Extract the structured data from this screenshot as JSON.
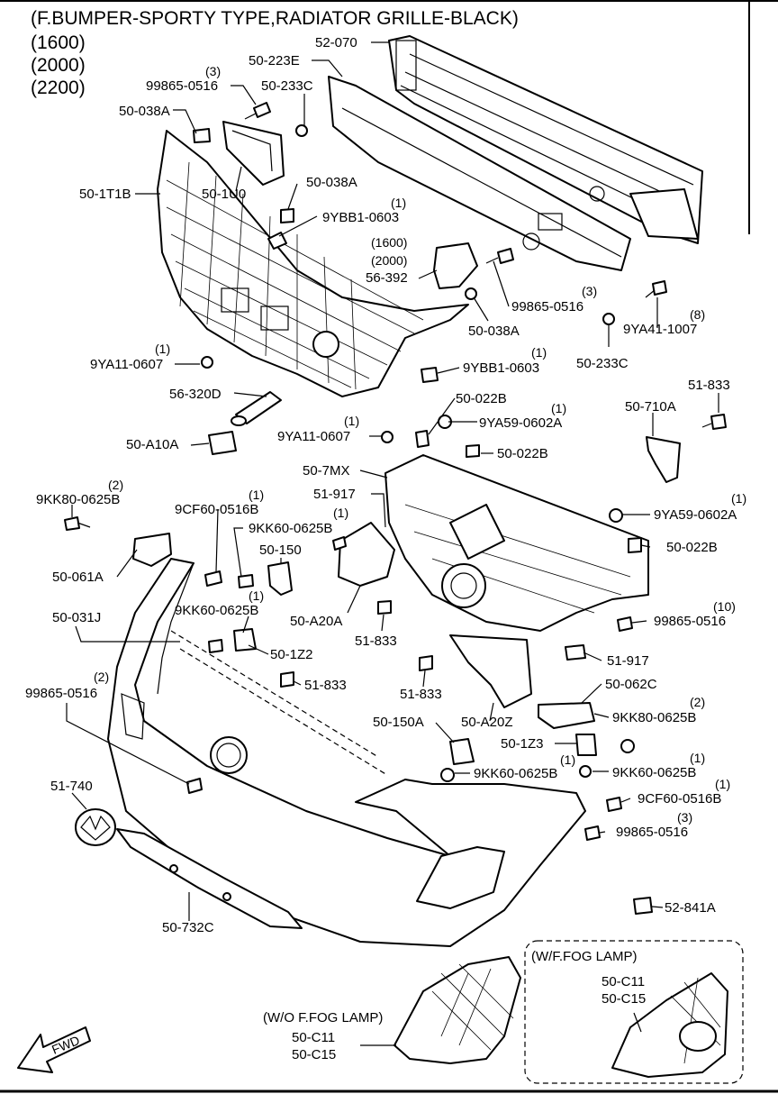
{
  "title": {
    "line1": "(F.BUMPER-SPORTY TYPE,RADIATOR GRILLE-BLACK)",
    "line2": "(1600)",
    "line3": "(2000)",
    "line4": "(2200)"
  },
  "labels": {
    "l_52_070": "52-070",
    "l_50_223E": "50-223E",
    "l_99865_3": "(3)",
    "l_99865_a": "99865-0516",
    "l_50_233C_a": "50-233C",
    "l_50_038A_a": "50-038A",
    "l_50_1U0": "50-1U0",
    "l_50_1T1B": "50-1T1B",
    "l_50_038A_b": "50-038A",
    "l_9YBB1_q1": "(1)",
    "l_9YBB1_a": "9YBB1-0603",
    "l_1600": "(1600)",
    "l_2000": "(2000)",
    "l_56_392": "56-392",
    "l_99865_q3b": "(3)",
    "l_99865_b": "99865-0516",
    "l_9YA41_q8": "(8)",
    "l_9YA41": "9YA41-1007",
    "l_50_038A_c": "50-038A",
    "l_50_233C_b": "50-233C",
    "l_9YA11_q1a": "(1)",
    "l_9YA11_a": "9YA11-0607",
    "l_9YBB1_q1b": "(1)",
    "l_9YBB1_b": "9YBB1-0603",
    "l_56_320D": "56-320D",
    "l_50_022B_a": "50-022B",
    "l_9YA59_q1a": "(1)",
    "l_9YA59_a": "9YA59-0602A",
    "l_9YA11_q1b": "(1)",
    "l_9YA11_b": "9YA11-0607",
    "l_50_A10A": "50-A10A",
    "l_50_710A": "50-710A",
    "l_51_833_a": "51-833",
    "l_50_022B_b": "50-022B",
    "l_50_7MX": "50-7MX",
    "l_51_917_a": "51-917",
    "l_9KK80_q2a": "(2)",
    "l_9KK80_a": "9KK80-0625B",
    "l_9CF60_q1a": "(1)",
    "l_9CF60_a": "9CF60-0516B",
    "l_9KK60_q1a": "(1)",
    "l_9KK60_a": "9KK60-0625B",
    "l_50_150": "50-150",
    "l_9YA59_q1b": "(1)",
    "l_9YA59_b": "9YA59-0602A",
    "l_50_022B_c": "50-022B",
    "l_50_061A": "50-061A",
    "l_9KK60_q1b": "(1)",
    "l_9KK60_b": "9KK60-0625B",
    "l_50_A20A": "50-A20A",
    "l_50_031J": "50-031J",
    "l_99865_q10": "(10)",
    "l_99865_c": "99865-0516",
    "l_51_833_b": "51-833",
    "l_50_1Z2": "50-1Z2",
    "l_51_917_b": "51-917",
    "l_99865_q2": "(2)",
    "l_99865_d": "99865-0516",
    "l_51_833_c": "51-833",
    "l_51_833_d": "51-833",
    "l_50_062C": "50-062C",
    "l_9KK80_q2b": "(2)",
    "l_9KK80_b": "9KK80-0625B",
    "l_50_150A": "50-150A",
    "l_50_A20Z": "50-A20Z",
    "l_50_1Z3_q1": "(1)",
    "l_50_1Z3": "50-1Z3",
    "l_9KK60_c": "9KK60-0625B",
    "l_9KK60_q1c": "(1)",
    "l_9KK60_d": "9KK60-0625B",
    "l_9CF60_q1b": "(1)",
    "l_9CF60_b": "9CF60-0516B",
    "l_51_740": "51-740",
    "l_99865_q3c": "(3)",
    "l_99865_e": "99865-0516",
    "l_52_841A": "52-841A",
    "l_50_732C": "50-732C",
    "l_wf_fog": "(W/F.FOG LAMP)",
    "l_50_C11_a": "50-C11",
    "l_50_C15_a": "50-C15",
    "l_wo_fog": "(W/O F.FOG LAMP)",
    "l_50_C11_b": "50-C11",
    "l_50_C15_b": "50-C15",
    "l_fwd": "FWD"
  }
}
